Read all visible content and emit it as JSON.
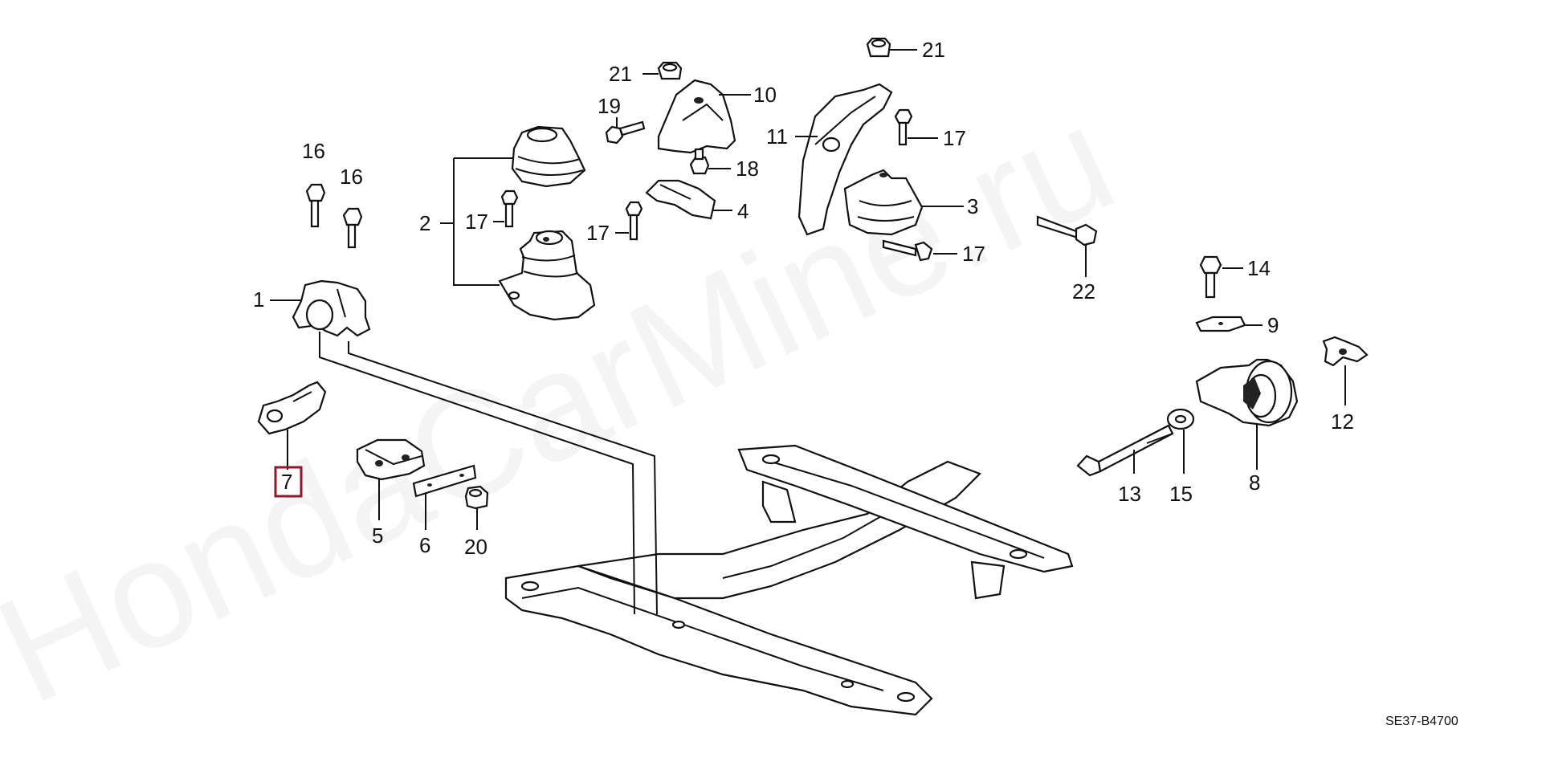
{
  "watermark": "HondaCarMine.ru",
  "drawing_code": "SE37-B4700",
  "highlight_color": "#8b1a2e",
  "highlighted_label": "7",
  "labels": {
    "p1": "1",
    "p2": "2",
    "p3": "3",
    "p4": "4",
    "p5": "5",
    "p6": "6",
    "p7": "7",
    "p8": "8",
    "p9": "9",
    "p10": "10",
    "p11": "11",
    "p12": "12",
    "p13": "13",
    "p14": "14",
    "p15": "15",
    "p16a": "16",
    "p16b": "16",
    "p17a": "17",
    "p17b": "17",
    "p17c": "17",
    "p17d": "17",
    "p18": "18",
    "p19": "19",
    "p20": "20",
    "p21a": "21",
    "p21b": "21",
    "p22": "22"
  }
}
